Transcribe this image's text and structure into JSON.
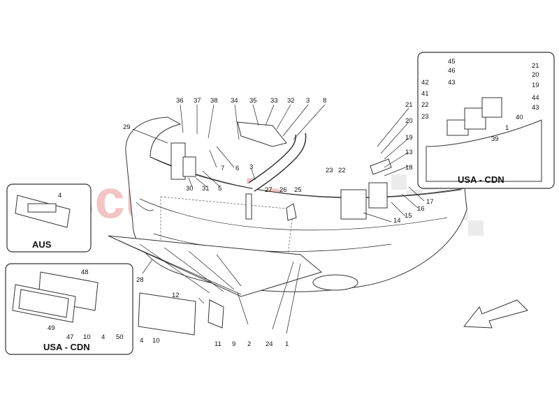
{
  "watermark": {
    "brand": "scuderia",
    "sub": "ysems"
  },
  "boxes": {
    "aus_title": "AUS",
    "usa_cdn_title_left": "USA - CDN",
    "usa_cdn_title_right": "USA - CDN"
  },
  "labels": [
    "36",
    "37",
    "38",
    "34",
    "35",
    "33",
    "32",
    "3",
    "8",
    "29",
    "7",
    "6",
    "3",
    "30",
    "31",
    "5",
    "23",
    "22",
    "27",
    "26",
    "25",
    "21",
    "20",
    "19",
    "13",
    "18",
    "17",
    "16",
    "15",
    "14",
    "28",
    "12",
    "2",
    "24",
    "1",
    "9",
    "11",
    "10",
    "4",
    "45",
    "46",
    "43",
    "21",
    "20",
    "19",
    "42",
    "41",
    "22",
    "23",
    "44",
    "43",
    "40",
    "1",
    "39",
    "4",
    "48",
    "49",
    "47",
    "10",
    "4",
    "50"
  ]
}
